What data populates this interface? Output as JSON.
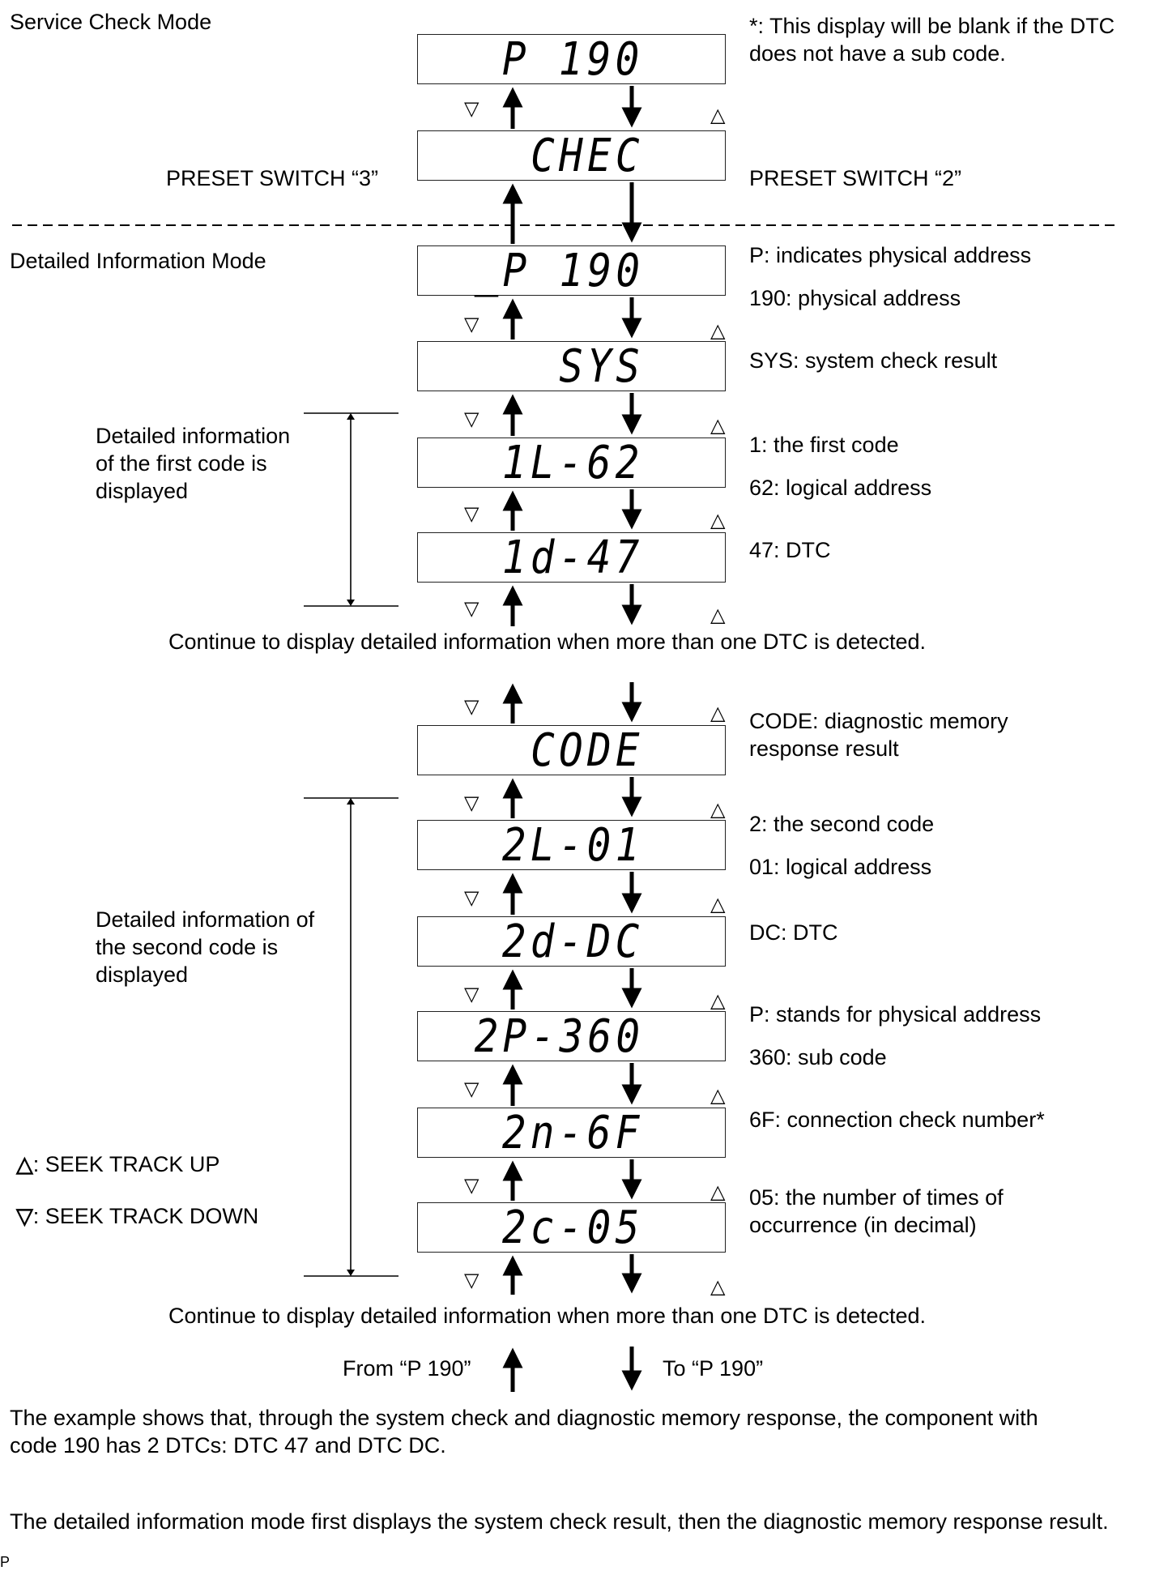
{
  "modes": {
    "service_check": "Service Check Mode",
    "detailed_info": "Detailed Information Mode"
  },
  "note_blank": "*: This display will be blank if the DTC does not have a sub code.",
  "preset_switch_3": "PRESET SWITCH “3”",
  "preset_switch_2": "PRESET SWITCH “2”",
  "displays": {
    "d1": "P 190",
    "d2": "CHEC",
    "d3": "_P 190",
    "d4": "SYS",
    "d5": "1L-62",
    "d6": "1d-47",
    "d7": "CODE",
    "d8": "2L-01",
    "d9": "2d-DC",
    "d10": "2P-360",
    "d11": "2n-6F",
    "d12": "2c-05"
  },
  "descriptions": {
    "p_physical": "P: indicates physical address",
    "addr_190": "190: physical address",
    "sys": "SYS: system check result",
    "first_code": "1: the first code",
    "logical_62": "62: logical address",
    "dtc_47": "47: DTC",
    "code": "CODE: diagnostic memory response result",
    "second_code": "2: the second code",
    "logical_01": "01: logical address",
    "dtc_dc": "DC: DTC",
    "p_stands": "P: stands for physical address",
    "sub_360": "360: sub code",
    "conn_6f": "6F: connection check number*",
    "times_05": "05: the number of times of occurrence (in decimal)"
  },
  "detail_first": "Detailed information of the first code is displayed",
  "detail_second": "Detailed information of the second code is displayed",
  "continue_1": "Continue to display detailed information when more than one DTC is detected.",
  "continue_2": "Continue to display detailed information when more than one DTC  is detected.",
  "from_p190": "From “P 190”",
  "to_p190": "To “P 190”",
  "legend": {
    "up_symbol": "△",
    "up_label": ": SEEK TRACK UP",
    "down_symbol": "▽",
    "down_label": ": SEEK TRACK DOWN"
  },
  "example_text": "The example shows that, through the system check and diagnostic memory response, the component with code 190 has 2 DTCs: DTC 47 and DTC DC.",
  "order_text": "The detailed information mode first displays the system check result, then the diagnostic memory response result.",
  "footer_mark": "P"
}
